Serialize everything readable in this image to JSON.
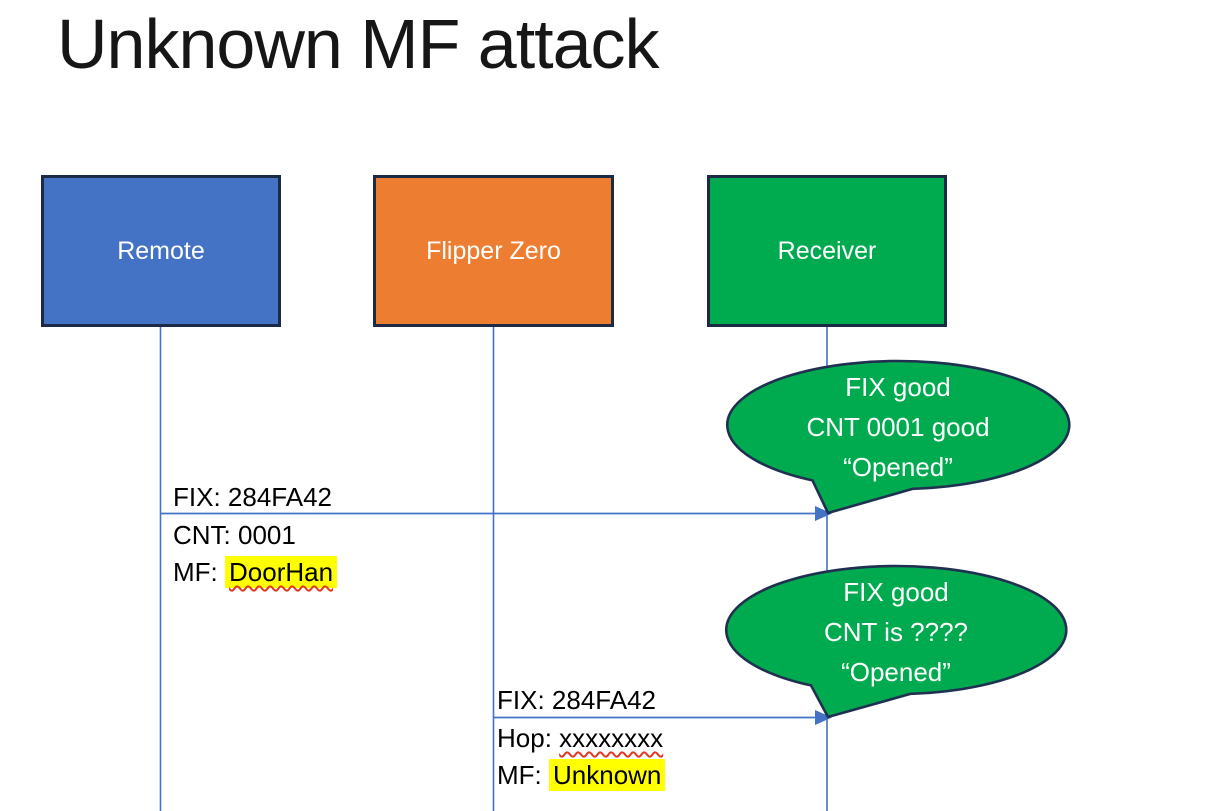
{
  "slide": {
    "title": "Unknown MF attack"
  },
  "actors": [
    {
      "id": "remote",
      "label": "Remote"
    },
    {
      "id": "flipper-zero",
      "label": "Flipper Zero"
    },
    {
      "id": "receiver",
      "label": "Receiver"
    }
  ],
  "messages": [
    {
      "from": "Remote",
      "to": "Receiver",
      "lines": [
        {
          "prefix": "FIX: ",
          "value": "284FA42"
        },
        {
          "prefix": "CNT: ",
          "value": "0001"
        },
        {
          "prefix": "MF: ",
          "value": "DoorHan",
          "highlighted": true,
          "spellcheck_squiggle": true
        }
      ]
    },
    {
      "from": "Flipper Zero",
      "to": "Receiver",
      "lines": [
        {
          "prefix": "FIX: ",
          "value": "284FA42"
        },
        {
          "prefix": "Hop: ",
          "value": "xxxxxxxx",
          "spellcheck_squiggle": true
        },
        {
          "prefix": "MF: ",
          "value": "Unknown",
          "highlighted": true
        }
      ]
    }
  ],
  "callouts": [
    {
      "lines": [
        "FIX good",
        "CNT 0001 good",
        "“Opened”"
      ]
    },
    {
      "lines": [
        "FIX good",
        "CNT is ????",
        "“Opened”"
      ]
    }
  ],
  "colors": {
    "background": "#FFFFFF",
    "title_text": "#161616",
    "remote_fill": "#4472C4",
    "flipper_zero_fill": "#ED7D31",
    "receiver_fill": "#00AB50",
    "shape_border": "#1C2B45",
    "connector_blue": "#4472C4",
    "bubble_fill": "#00AB50",
    "bubble_border": "#1F3050",
    "highlight_yellow": "#FFFF00",
    "squiggle_red": "#E03A23",
    "label_text": "#000000",
    "text_on_fill": "#FFFFFF"
  }
}
